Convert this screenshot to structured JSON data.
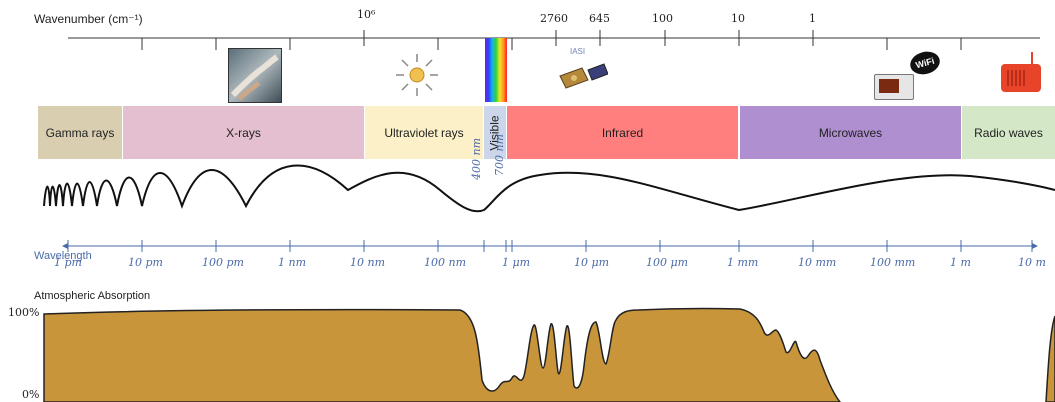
{
  "wavenumber_axis": {
    "label": "Wavenumber (cm⁻¹)",
    "ticks": [
      "10⁶",
      "2760",
      "645",
      "100",
      "10",
      "1"
    ]
  },
  "bands": [
    {
      "label": "Gamma rays",
      "color": "#d9cfb0"
    },
    {
      "label": "X-rays",
      "color": "#e3bfcf"
    },
    {
      "label": "Ultraviolet rays",
      "color": "#fbf0c8"
    },
    {
      "label": "Visible",
      "color": "#ccd6ea"
    },
    {
      "label": "Infrared",
      "color": "#ff7f7f"
    },
    {
      "label": "Microwaves",
      "color": "#b08fd0"
    },
    {
      "label": "Radio waves",
      "color": "#d4e8c8"
    }
  ],
  "wavelength_axis": {
    "label": "Wavelength",
    "ticks": [
      "1 pm",
      "10 pm",
      "100 pm",
      "1 nm",
      "10 nm",
      "100 nm",
      "1 μm",
      "10 μm",
      "100 μm",
      "1 mm",
      "10 mm",
      "100 mm",
      "1 m",
      "10 m"
    ],
    "visible_bounds": [
      "400 nm",
      "700 nm"
    ]
  },
  "satellite_label": "IASI",
  "absorption": {
    "title": "Atmospheric Absorption",
    "y_top_label": "100%",
    "y_bottom_label": "0%",
    "fill_color": "#c9953b"
  },
  "icons": [
    "xray-image-icon",
    "sun-icon",
    "spectrum-bar-icon",
    "satellite-icon",
    "microwave-oven-icon",
    "wifi-icon",
    "radio-icon"
  ]
}
